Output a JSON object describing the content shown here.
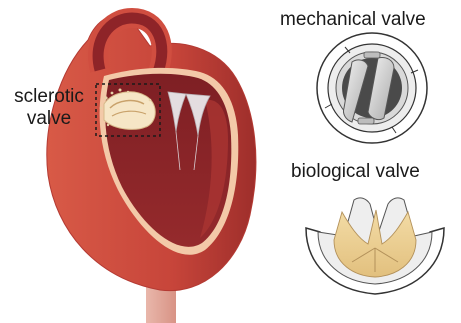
{
  "labels": {
    "sclerotic_line1": "sclerotic",
    "sclerotic_line2": "valve",
    "mechanical": "mechanical valve",
    "biological": "biological valve"
  },
  "colors": {
    "heart_outer": "#c7453a",
    "heart_dark": "#8a2228",
    "heart_lining": "#f3c9a8",
    "valve_gray": "#d9d9d9",
    "tissue_yellow": "#edd39a",
    "outline": "#333333"
  }
}
